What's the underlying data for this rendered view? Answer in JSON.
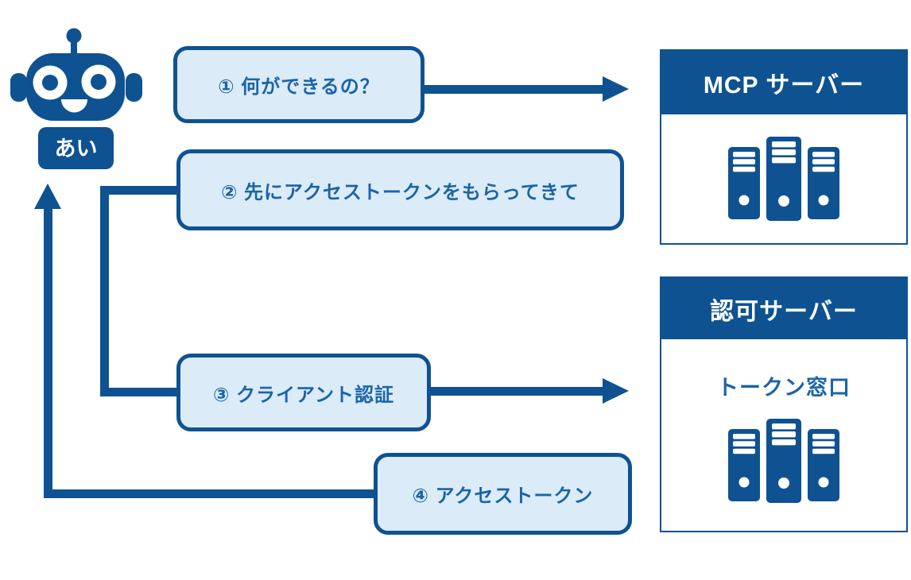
{
  "palette": {
    "primary": "#0F5291",
    "text_blue": "#1A65A8",
    "bubble_fill": "#DCEBF8",
    "background": "#FFFFFF"
  },
  "robot": {
    "label": "あい"
  },
  "messages": [
    {
      "step": 1,
      "label": "① 何ができるの？",
      "direction": "to-mcp-server"
    },
    {
      "step": 2,
      "label": "② 先にアクセストークンをもらってきて",
      "direction": "from-mcp-server"
    },
    {
      "step": 3,
      "label": "③ クライアント認証",
      "direction": "to-auth-server"
    },
    {
      "step": 4,
      "label": "④ アクセストークン",
      "direction": "to-robot"
    }
  ],
  "servers": {
    "mcp": {
      "title": "MCP サーバー"
    },
    "auth": {
      "title": "認可サーバー",
      "subtitle": "トークン窓口"
    }
  }
}
